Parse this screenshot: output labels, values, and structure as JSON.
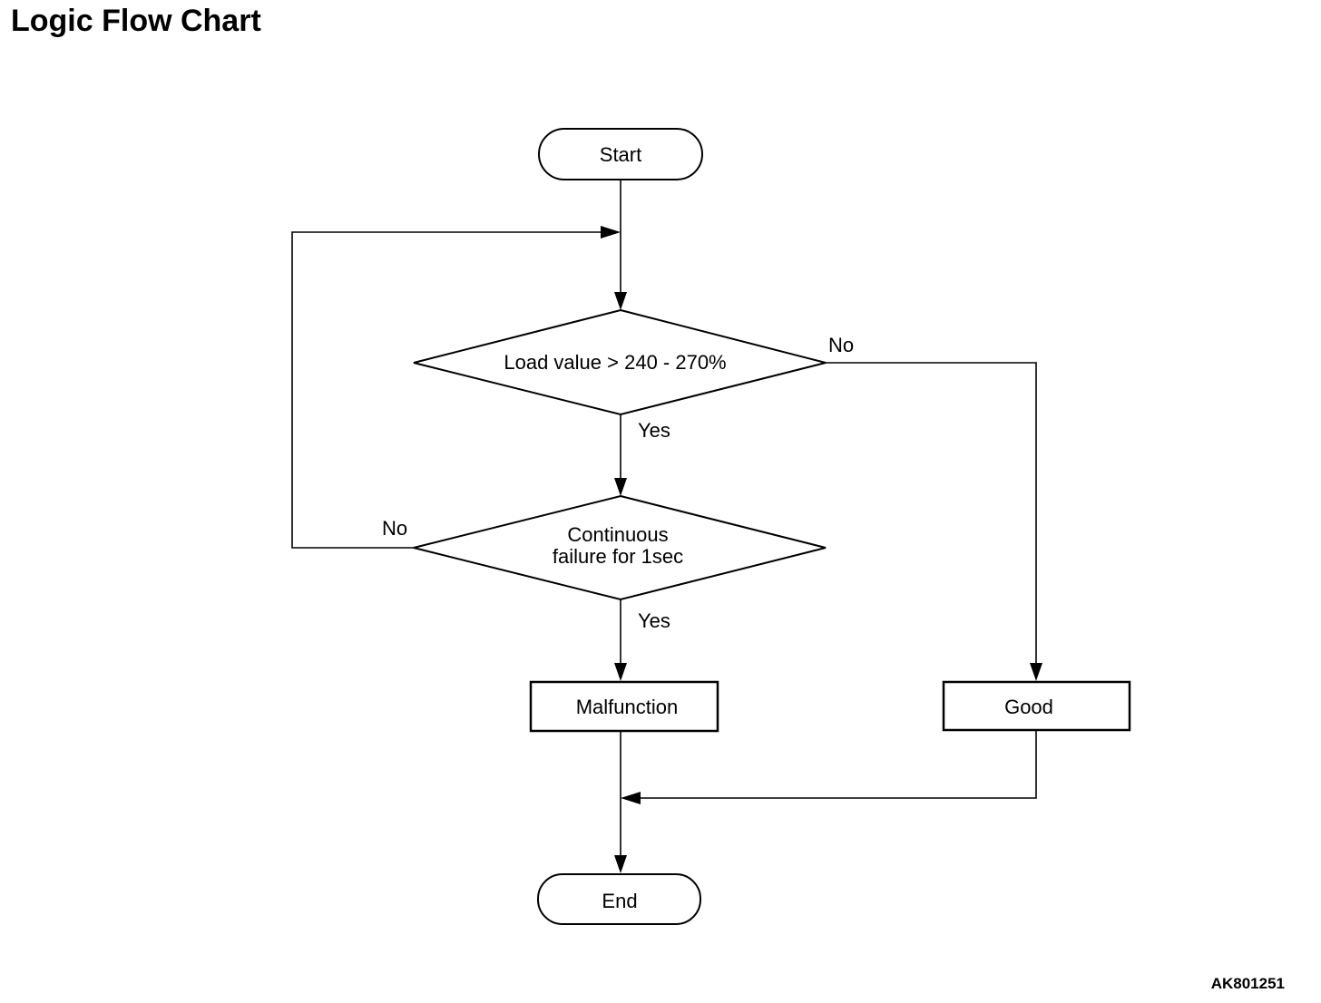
{
  "title": "Logic Flow Chart",
  "figure_id": "AK801251",
  "nodes": {
    "start": "Start",
    "decision1": "Load value > 240 - 270%",
    "decision2_line1": "Continuous",
    "decision2_line2": "failure for 1sec",
    "malfunction": "Malfunction",
    "good": "Good",
    "end": "End"
  },
  "edges": {
    "d1_yes": "Yes",
    "d1_no": "No",
    "d2_yes": "Yes",
    "d2_no": "No"
  }
}
